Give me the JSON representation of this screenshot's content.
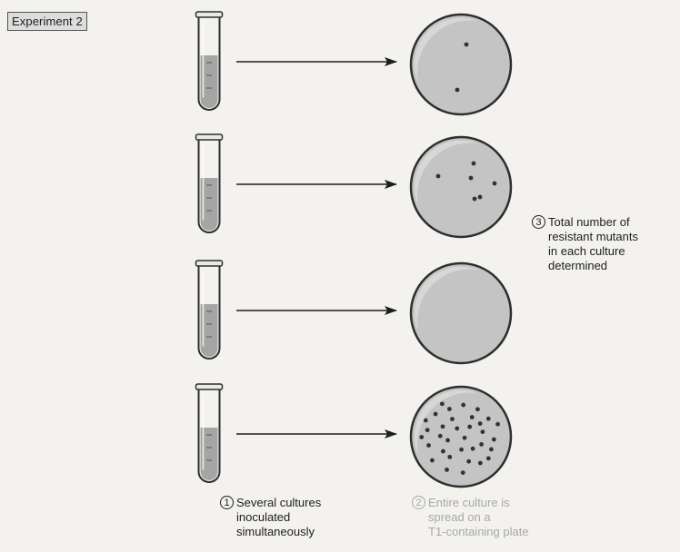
{
  "experiment_label": "Experiment 2",
  "steps": {
    "step1": {
      "num": "1",
      "lines": [
        "Several cultures",
        "inoculated",
        "simultaneously"
      ]
    },
    "step2": {
      "num": "2",
      "lines": [
        "Entire culture is",
        "spread on a",
        "T1-containing plate"
      ]
    },
    "step3": {
      "num": "3",
      "lines": [
        "Total number of",
        "resistant mutants",
        "in each culture",
        "determined"
      ]
    }
  },
  "cultures": [
    {
      "tube": "culture-tube-1",
      "plate": "plate-1",
      "colonies": 2
    },
    {
      "tube": "culture-tube-2",
      "plate": "plate-2",
      "colonies": 6
    },
    {
      "tube": "culture-tube-3",
      "plate": "plate-3",
      "colonies": 0
    },
    {
      "tube": "culture-tube-4",
      "plate": "plate-4",
      "colonies": 34
    }
  ],
  "colors": {
    "liquid": "#a5a5a5",
    "plate_fill": "#c4c4c4",
    "plate_crescent": "#d7d7d7",
    "colony": "#333333",
    "outline": "#2e2e2e"
  }
}
